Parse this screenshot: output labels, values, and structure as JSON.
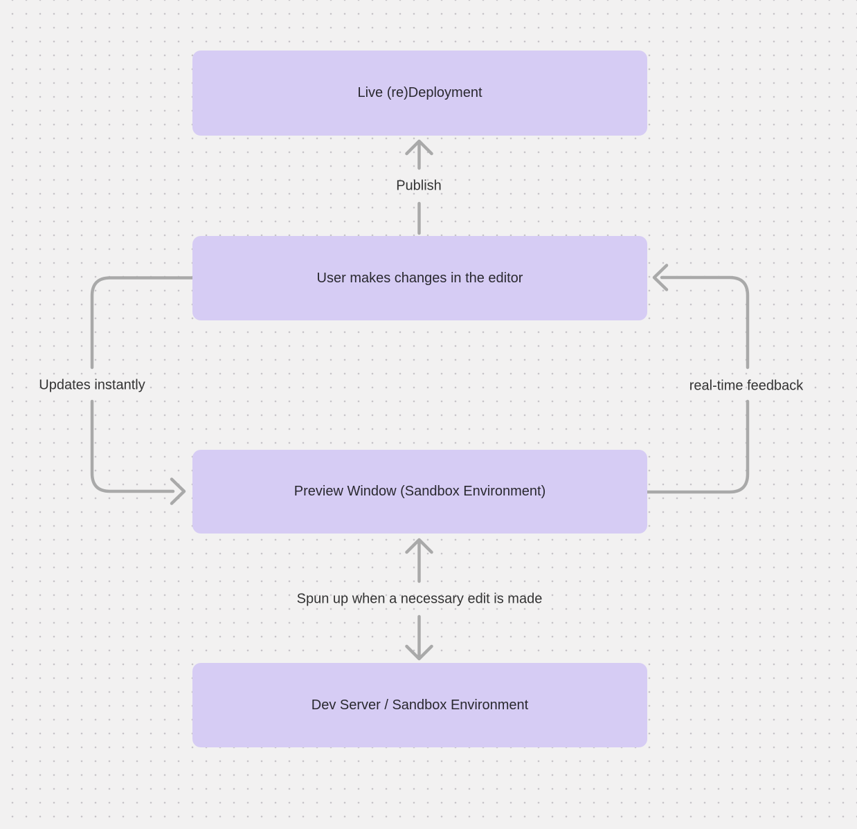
{
  "canvas": {
    "background_color": "#f2f1f1",
    "dot_color": "#c6c4c8",
    "node_fill_color": "#d6ccf4",
    "node_text_color": "#29282f",
    "arrow_color": "#a9a9a9",
    "label_text_color": "#333333"
  },
  "nodes": [
    {
      "id": "live-redeployment",
      "label": "Live (re)Deployment"
    },
    {
      "id": "user-editor",
      "label": "User makes changes in the editor"
    },
    {
      "id": "preview-window",
      "label": "Preview Window (Sandbox Environment)"
    },
    {
      "id": "dev-server",
      "label": "Dev Server / Sandbox Environment"
    }
  ],
  "edges": [
    {
      "from": "user-editor",
      "to": "live-redeployment",
      "label": "Publish",
      "direction": "up"
    },
    {
      "from": "user-editor",
      "to": "preview-window",
      "label": "Updates instantly",
      "direction": "left-loop-down"
    },
    {
      "from": "preview-window",
      "to": "user-editor",
      "label": "real-time feedback",
      "direction": "right-loop-up"
    },
    {
      "from": "preview-window",
      "to": "dev-server",
      "label": "Spun up when a necessary edit is made",
      "direction": "both"
    }
  ]
}
